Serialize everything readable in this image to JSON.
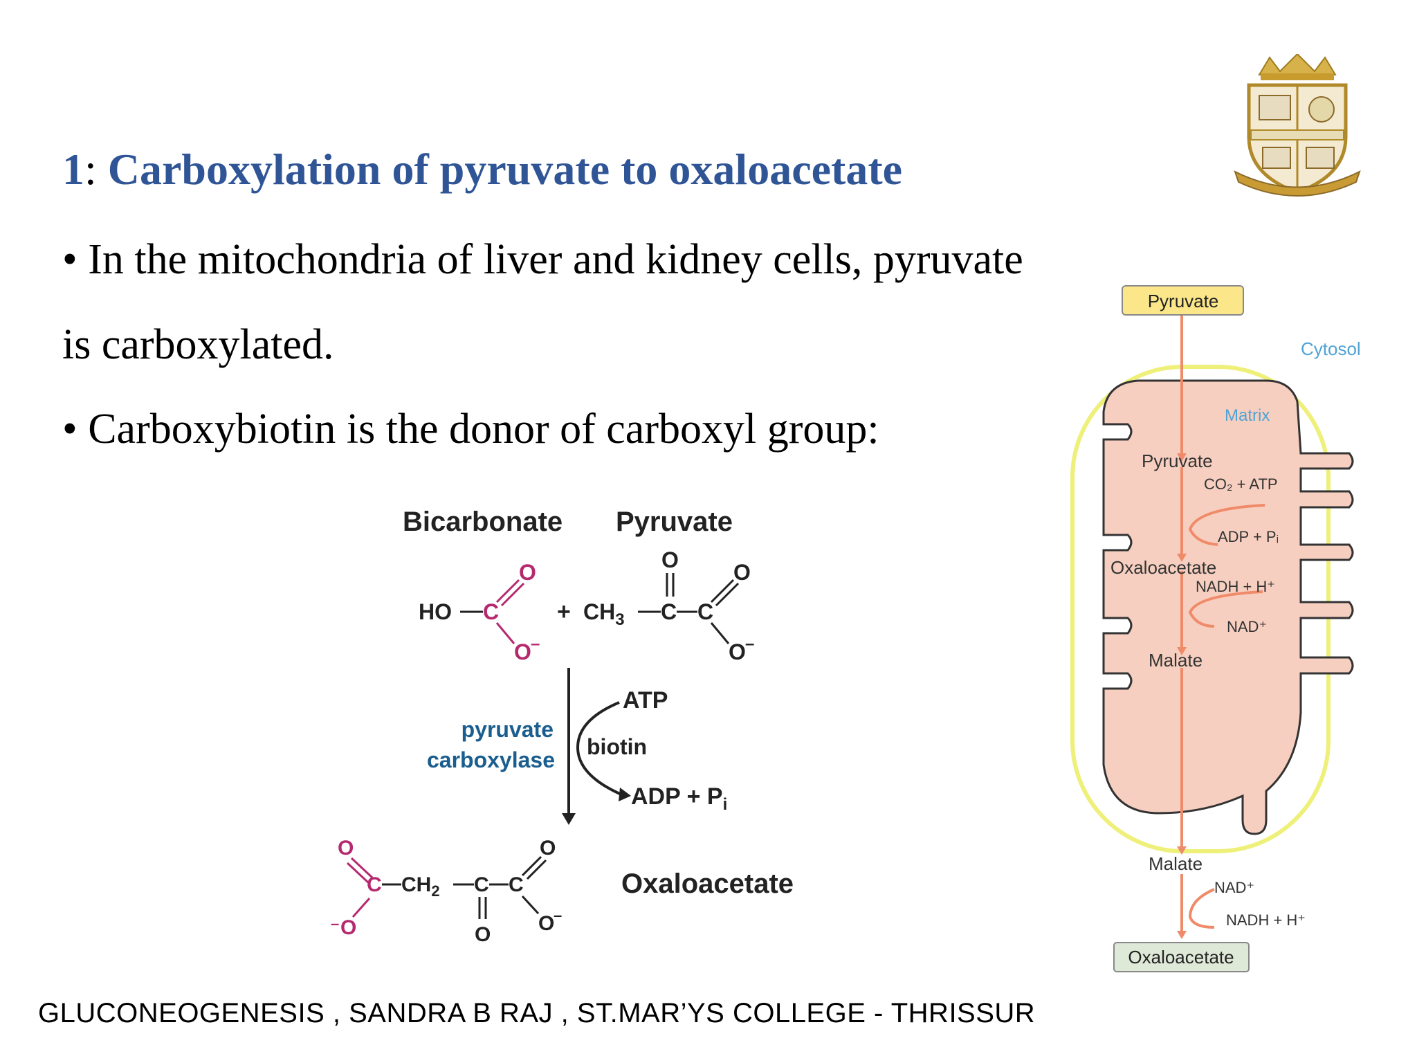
{
  "slide": {
    "title_number": "1",
    "title_colon": ": ",
    "title_text": "Carboxylation of pyruvate to oxaloacetate",
    "bullet1_line1": "• In the mitochondria of liver and kidney cells, pyruvate",
    "bullet1_line2": "is carboxylated.",
    "bullet2": "• Carboxybiotin is the donor of carboxyl group:",
    "footer": "GLUCONEOGENESIS , SANDRA B RAJ , ST.MAR’YS COLLEGE - THRISSUR"
  },
  "reaction": {
    "bicarbonate_label": "Bicarbonate",
    "pyruvate_label": "Pyruvate",
    "ho": "HO",
    "c": "C",
    "o": "O",
    "o_minus": "O",
    "minus": "–",
    "plus": "+",
    "ch3": "CH",
    "sub3": "3",
    "ch2": "CH",
    "sub2": "2",
    "enzyme_line1": "pyruvate",
    "enzyme_line2": "carboxylase",
    "atp": "ATP",
    "biotin": "biotin",
    "adp_pi": "ADP  +  P",
    "sub_i": "i",
    "product_label": "Oxaloacetate"
  },
  "mito": {
    "pyruvate_top": "Pyruvate",
    "cytosol": "Cytosol",
    "matrix": "Matrix",
    "pyruvate_in": "Pyruvate",
    "co2_atp": "CO₂ + ATP",
    "adp_pi": "ADP + Pᵢ",
    "oxaloacetate_in": "Oxaloacetate",
    "nadh_h_in": "NADH + H⁺",
    "nad_in": "NAD⁺",
    "malate_in": "Malate",
    "malate_out": "Malate",
    "nad_out": "NAD⁺",
    "nadh_h_out": "NADH + H⁺",
    "oxaloacetate_out": "Oxaloacetate"
  },
  "colors": {
    "title_blue": "#2f5597",
    "magenta": "#b5296f",
    "enzyme_blue": "#1a5e8f",
    "mito_fill": "#f7cfc0",
    "membrane_yellow": "#eef07a",
    "arrow_orange": "#f08b6a",
    "pyruvate_box": "#fbe78a",
    "oxaloacetate_box": "#dfe9d8",
    "cytosol_blue": "#4fa3d4"
  }
}
